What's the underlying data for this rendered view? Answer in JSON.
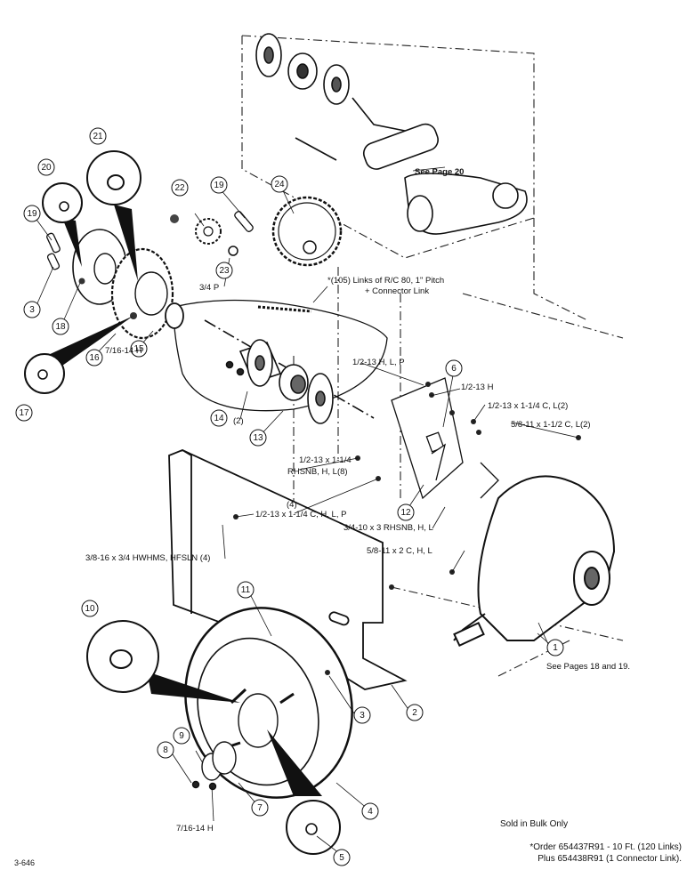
{
  "callouts": [
    {
      "n": "1"
    },
    {
      "n": "2"
    },
    {
      "n": "3"
    },
    {
      "n": "3"
    },
    {
      "n": "4"
    },
    {
      "n": "5"
    },
    {
      "n": "6"
    },
    {
      "n": "7"
    },
    {
      "n": "8"
    },
    {
      "n": "9"
    },
    {
      "n": "10"
    },
    {
      "n": "11"
    },
    {
      "n": "12"
    },
    {
      "n": "13"
    },
    {
      "n": "14"
    },
    {
      "n": "15"
    },
    {
      "n": "16"
    },
    {
      "n": "17"
    },
    {
      "n": "18"
    },
    {
      "n": "19"
    },
    {
      "n": "19"
    },
    {
      "n": "20"
    },
    {
      "n": "21"
    },
    {
      "n": "22"
    },
    {
      "n": "23"
    },
    {
      "n": "24"
    }
  ],
  "labels": {
    "see_page_20": "See Page 20",
    "links_line1": "*(105) Links of R/C 80, 1\" Pitch",
    "links_line2": "+ Connector Link",
    "three_quarter_p": "3/4 P",
    "nut_7_16_a": "7/16-14 H",
    "nut_7_16_b": "7/16-14 H",
    "qty_14": "(2)",
    "h_l_p": "1/2-13 H, L, P",
    "h_half": "1/2-13 H",
    "c_l_2": "1/2-13 x 1-1/4  C,  L(2)",
    "c58_l_2": "5/8-11 x 1-1/2 C, L(2)",
    "rhsnb_line1": "1/2-13 x 1-1/4",
    "rhsnb_line2": "RHSNB, H, L(8)",
    "qty_4": "(4)",
    "c_h_l_p": "1/2-13 x 1-1/4 C, H, L, P",
    "rhsnb_34": "3/4-10 x 3 RHSNB, H, L",
    "hwhms": "3/8-16 x 3/4 HWHMS, HFSLN (4)",
    "c58_2": "5/8-11 x 2 C, H, L",
    "see_pages_18_19": "See Pages 18 and 19."
  },
  "notes": {
    "bulk": "Sold in Bulk Only",
    "order_line1": "*Order 654437R91 - 10 Ft. (120 Links)",
    "order_line2": "Plus 654438R91 (1 Connector Link)."
  },
  "page_code": "3-646"
}
